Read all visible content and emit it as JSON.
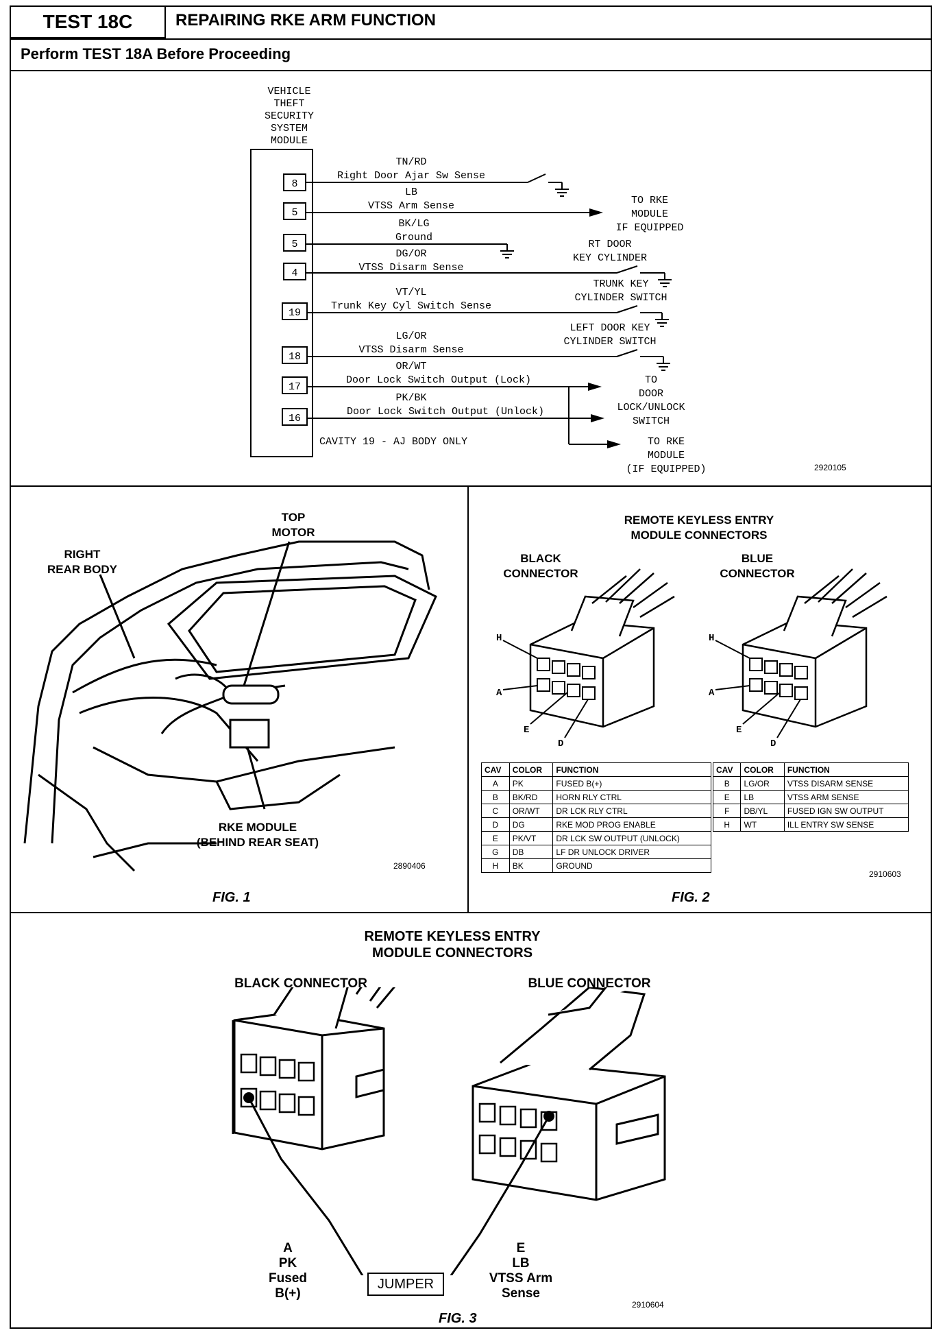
{
  "header": {
    "test_id": "TEST 18C",
    "title": "REPAIRING RKE ARM FUNCTION",
    "subtitle": "Perform TEST 18A Before Proceeding"
  },
  "schematic": {
    "module_label": [
      "VEHICLE",
      "THEFT",
      "SECURITY",
      "SYSTEM",
      "MODULE"
    ],
    "pins": [
      {
        "cavity": "8",
        "color": "TN/RD",
        "desc": "Right Door Ajar Sw Sense"
      },
      {
        "cavity": "5",
        "color": "LB",
        "desc": "VTSS Arm Sense"
      },
      {
        "cavity": "5",
        "color": "BK/LG",
        "desc": "Ground"
      },
      {
        "cavity": "4",
        "color": "DG/OR",
        "desc": "VTSS Disarm Sense"
      },
      {
        "cavity": "19",
        "color": "VT/YL",
        "desc": "Trunk Key Cyl Switch Sense"
      },
      {
        "cavity": "18",
        "color": "LG/OR",
        "desc": "VTSS Disarm Sense"
      },
      {
        "cavity": "17",
        "color": "OR/WT",
        "desc": "Door Lock Switch Output (Lock)"
      },
      {
        "cavity": "16",
        "color": "PK/BK",
        "desc": "Door Lock Switch Output (Unlock)"
      }
    ],
    "dest_rke_module": [
      "TO RKE",
      "MODULE",
      "IF EQUIPPED"
    ],
    "rt_door_key": [
      "RT DOOR",
      "KEY CYLINDER"
    ],
    "trunk_key": [
      "TRUNK KEY",
      "CYLINDER SWITCH"
    ],
    "left_door_key": [
      "LEFT DOOR KEY",
      "CYLINDER SWITCH"
    ],
    "dest_door_lock": [
      "TO",
      "DOOR",
      "LOCK/UNLOCK",
      "SWITCH"
    ],
    "dest_rke_module2": [
      "TO RKE",
      "MODULE",
      "(IF EQUIPPED)"
    ],
    "note": "CAVITY 19 - AJ BODY ONLY",
    "code": "2920105"
  },
  "fig1": {
    "top_motor": [
      "TOP",
      "MOTOR"
    ],
    "right_rear_body": [
      "RIGHT",
      "REAR BODY"
    ],
    "rke_module": [
      "RKE MODULE",
      "(BEHIND REAR SEAT)"
    ],
    "code": "2890406",
    "caption": "FIG. 1"
  },
  "fig2": {
    "title": [
      "REMOTE KEYLESS ENTRY",
      "MODULE CONNECTORS"
    ],
    "black_connector": [
      "BLACK",
      "CONNECTOR"
    ],
    "blue_connector": [
      "BLUE",
      "CONNECTOR"
    ],
    "pin_labels": [
      "H",
      "A",
      "E",
      "D"
    ],
    "headers": [
      "CAV",
      "COLOR",
      "FUNCTION"
    ],
    "left_rows": [
      [
        "A",
        "PK",
        "FUSED B(+)"
      ],
      [
        "B",
        "BK/RD",
        "HORN RLY CTRL"
      ],
      [
        "C",
        "OR/WT",
        "DR LCK RLY CTRL"
      ],
      [
        "D",
        "DG",
        "RKE MOD PROG ENABLE"
      ],
      [
        "E",
        "PK/VT",
        "DR LCK SW OUTPUT (UNLOCK)"
      ],
      [
        "G",
        "DB",
        "LF DR UNLOCK DRIVER"
      ],
      [
        "H",
        "BK",
        "GROUND"
      ]
    ],
    "right_rows": [
      [
        "B",
        "LG/OR",
        "VTSS DISARM SENSE"
      ],
      [
        "E",
        "LB",
        "VTSS ARM SENSE"
      ],
      [
        "F",
        "DB/YL",
        "FUSED IGN SW OUTPUT"
      ],
      [
        "H",
        "WT",
        "ILL ENTRY SW SENSE"
      ]
    ],
    "code": "2910603",
    "caption": "FIG. 2"
  },
  "fig3": {
    "title": [
      "REMOTE KEYLESS ENTRY",
      "MODULE CONNECTORS"
    ],
    "black_connector": "BLACK CONNECTOR",
    "blue_connector": "BLUE CONNECTOR",
    "left_pin": [
      "A",
      "PK",
      "Fused",
      "B(+)"
    ],
    "right_pin": [
      "E",
      "LB",
      "VTSS Arm",
      "Sense"
    ],
    "jumper": "JUMPER",
    "code": "2910604",
    "caption": "FIG. 3"
  }
}
